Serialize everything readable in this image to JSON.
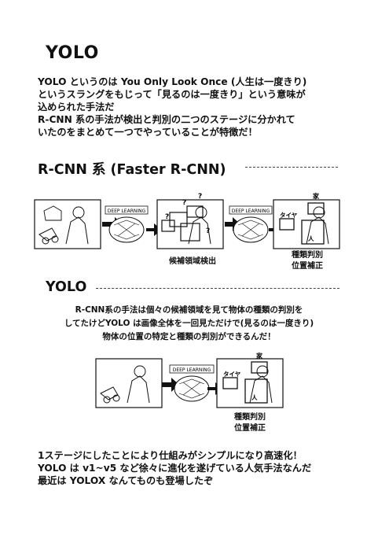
{
  "title": "YOLO",
  "intro": [
    "YOLO というのは You Only Look Once (人生は一度きり)",
    "というスラングをもじって「見るのは一度きり」という意味が",
    "込められた手法だ",
    "R-CNN 系の手法が検出と判別の二つのステージに分かれて",
    "いたのをまとめて一つでやっていることが特徴だ！"
  ],
  "rcnn": {
    "heading": "R-CNN 系 (Faster R-CNN)",
    "network_label": "DEEP LEARNING",
    "question_mark": "?",
    "caption_detect": "候補領域検出",
    "caption_classify": [
      "種類判別",
      "位置補正"
    ],
    "label_house": "家",
    "label_tire": "タイヤ",
    "label_person": "人"
  },
  "yolo": {
    "heading": "YOLO",
    "explanation": [
      "R-CNN系の手法は個々の候補領域を見て物体の種類の判別を",
      "してたけどYOLO は画像全体を一回見ただけで(見るのは一度きり)",
      "物体の位置の特定と種類の判別ができるんだ！"
    ],
    "network_label": "DEEP LEARNING",
    "caption_classify": [
      "種類判別",
      "位置補正"
    ],
    "label_house": "家",
    "label_tire": "タイヤ",
    "label_person": "人"
  },
  "outro": [
    "1ステージにしたことにより仕組みがシンプルになり高速化！",
    "YOLO は v1~v5 など徐々に進化を遂げている人気手法なんだ",
    "最近は YOLOX なんてものも登場したぞ"
  ]
}
